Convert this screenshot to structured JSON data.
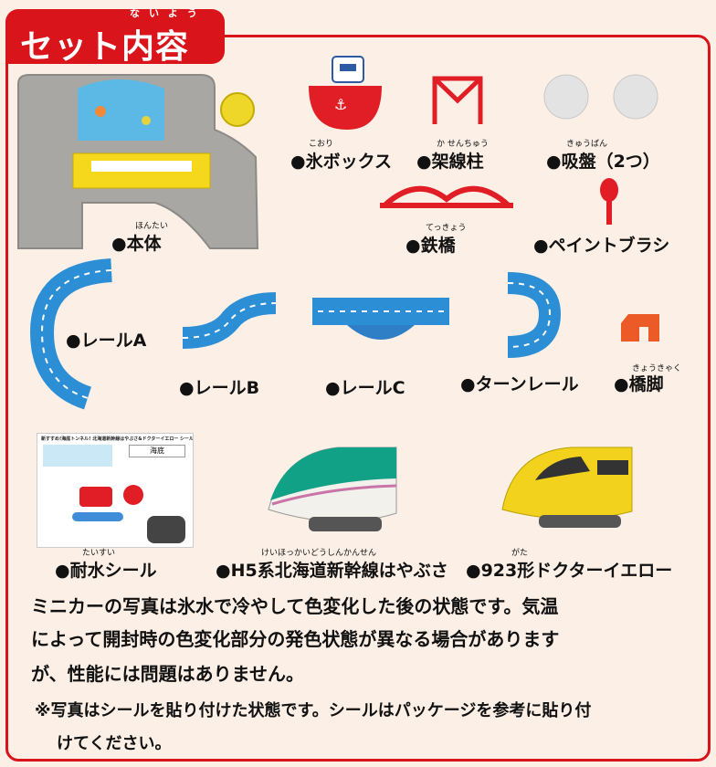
{
  "header": {
    "title": "セット内容",
    "title_ruby": "ないよう"
  },
  "items": {
    "body": "●本体",
    "ice_box": "●氷ボックス",
    "overhead_pole": "●架線柱",
    "suction_cups": "●吸盤（2つ）",
    "iron_bridge": "●鉄橋",
    "paint_brush": "●ペイントブラシ",
    "rail_a": "●レールA",
    "rail_b": "●レールB",
    "rail_c": "●レールC",
    "turn_rail": "●ターンレール",
    "bridge_pier": "●橋脚",
    "waterproof_seal": "●耐水シール",
    "h5_hayabusa": "●H5系北海道新幹線はやぶさ",
    "doctor_yellow": "●923形ドクターイエロー"
  },
  "ruby": {
    "body": "ほんたい",
    "ice": "こおり",
    "pole": "か せんちゅう",
    "suction": "きゅうばん",
    "bridge": "てっきょう",
    "pier": "きょうきゃく",
    "seal": "たいすい",
    "h5": "けいほっかいどうしんかんせん",
    "dy": "がた"
  },
  "sticker_sheet": {
    "header": "新すすめ!海底トンネル! 北海道新幹線はやぶさ&ドクターイエロー シール",
    "station": "海底"
  },
  "paragraph": {
    "line1": "ミニカーの写真は氷水で冷やして色変化した後の状態です。気温",
    "line2": "によって開封時の色変化部分の発色状態が異なる場合がありま",
    "line2_tail": "す",
    "line3": "が、性能には問題はありません。"
  },
  "note": {
    "line1": "※写真はシールを貼り付けた状態です。シールはパッケージを参考に貼り付",
    "line2": "けてください。"
  },
  "colors": {
    "accent": "#d9141b",
    "rail_blue": "#2c8fd6",
    "train_green": "#11a187",
    "train_yellow": "#f2d21c"
  }
}
